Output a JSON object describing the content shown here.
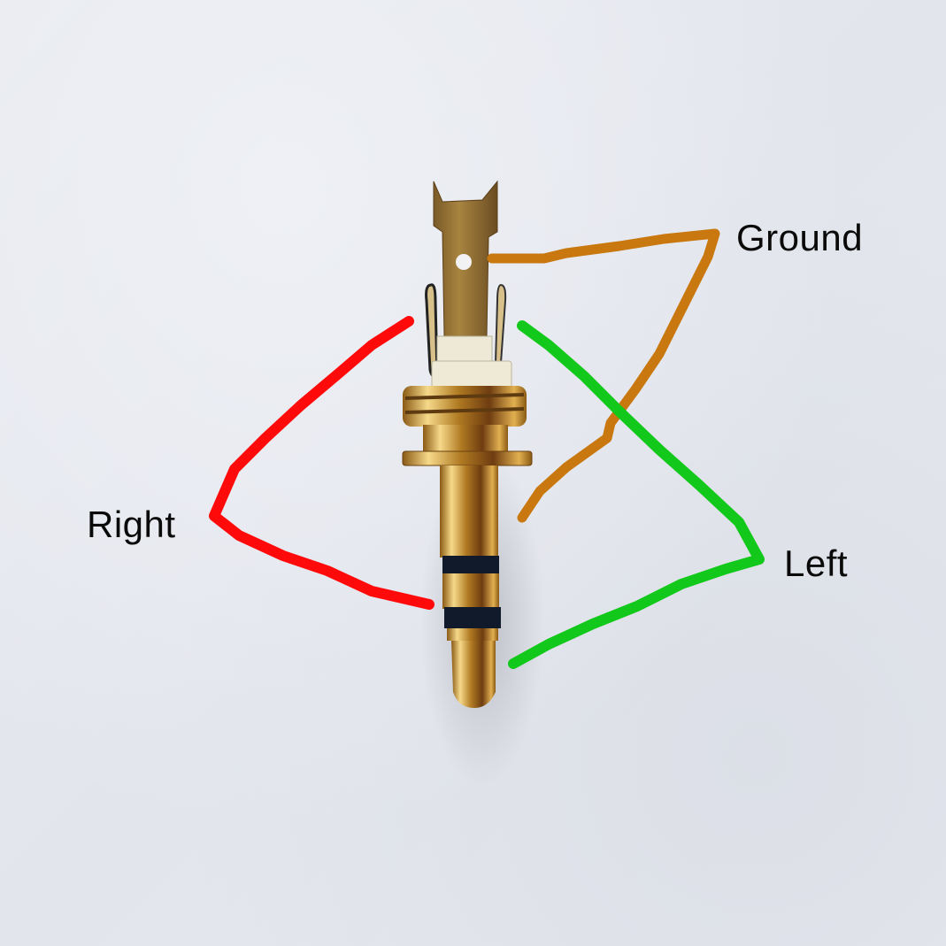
{
  "diagram": {
    "subject": "3.5mm stereo jack connector pinout",
    "labels": {
      "ground": "Ground",
      "right": "Right",
      "left": "Left"
    },
    "wire_colors": {
      "ground": "#c8780e",
      "right": "#ff0a0a",
      "left": "#12c81a"
    },
    "connections": [
      {
        "label": "Ground",
        "terminal": "top lug (sleeve)",
        "color": "#c8780e"
      },
      {
        "label": "Right",
        "terminal": "left pin / ring",
        "color": "#ff0a0a"
      },
      {
        "label": "Left",
        "terminal": "right pin / tip",
        "color": "#12c81a"
      }
    ]
  }
}
